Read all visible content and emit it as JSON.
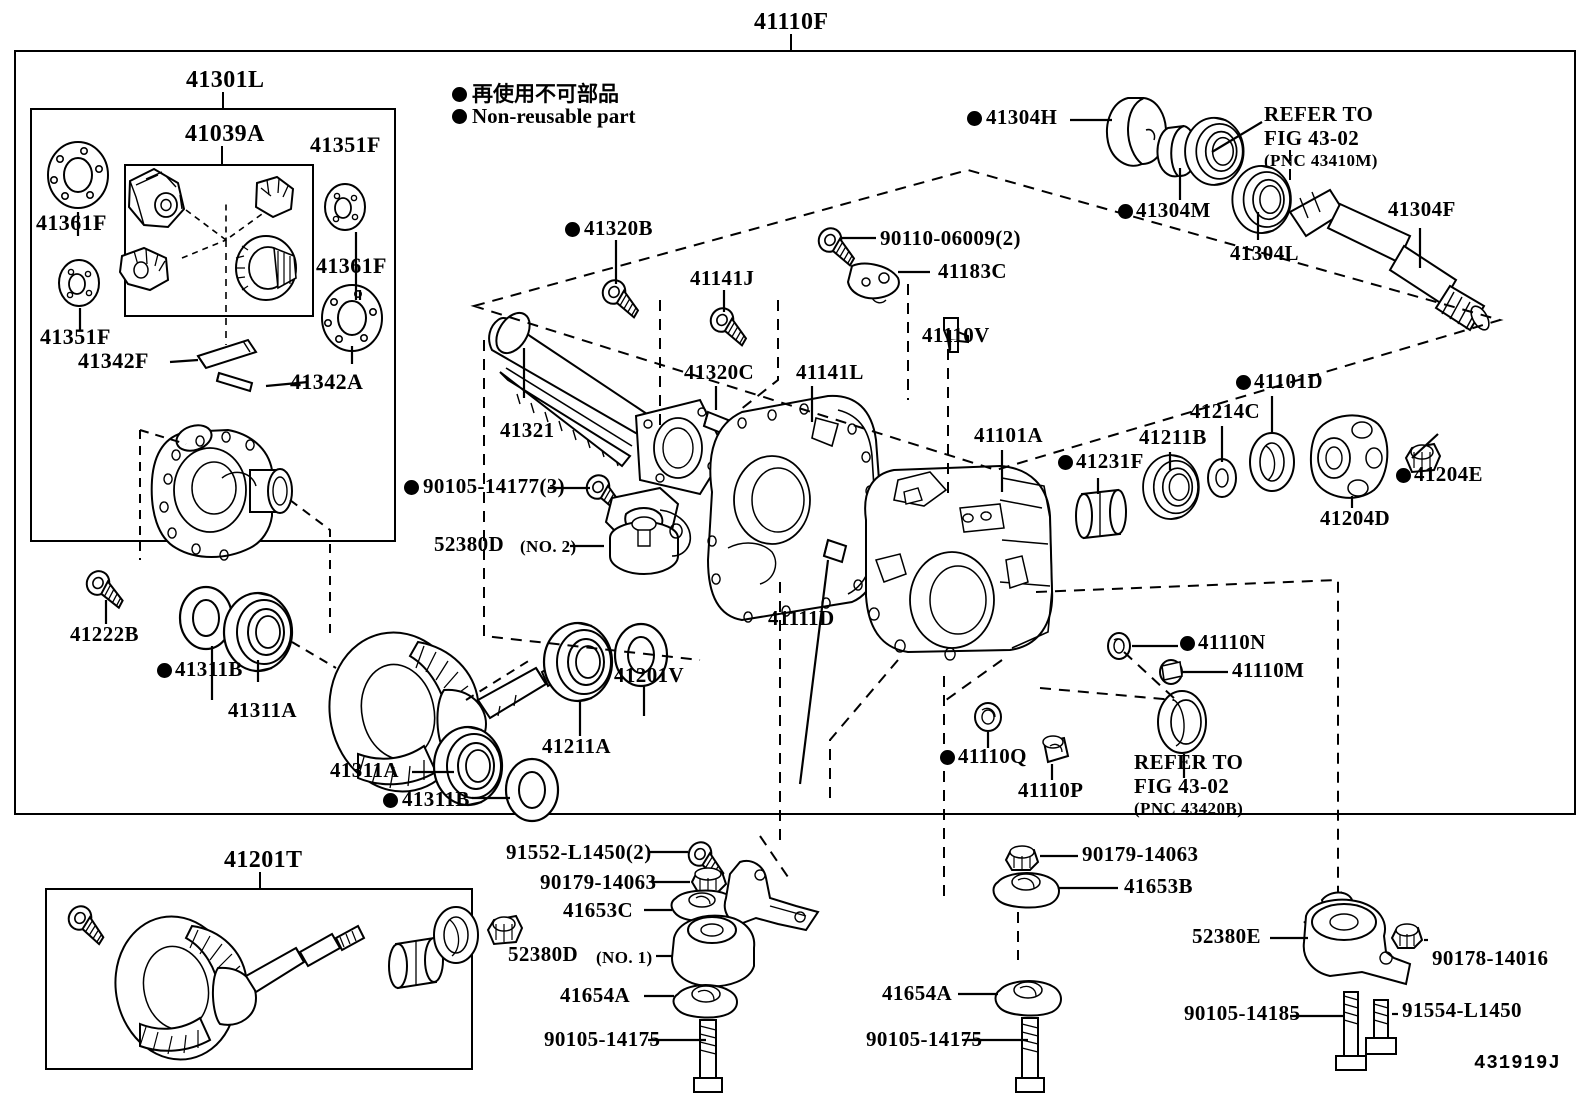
{
  "diagram": {
    "title": "41110F",
    "figure_code": "431919J",
    "legend": {
      "japanese": "再使用不可部品",
      "english": "Non-reusable part",
      "marker": "filled-circle"
    },
    "insets": [
      {
        "id": "inset-41301L",
        "title": "41301L"
      },
      {
        "id": "inset-41039A",
        "title": "41039A"
      },
      {
        "id": "inset-41201T",
        "title": "41201T"
      }
    ],
    "refer_notes": [
      {
        "id": "refer-43410M",
        "line1": "REFER TO",
        "line2": "FIG 43-02",
        "line3": "(PNC 43410M)"
      },
      {
        "id": "refer-43420B",
        "line1": "REFER TO",
        "line2": "FIG 43-02",
        "line3": "(PNC 43420B)"
      }
    ],
    "labels": [
      {
        "id": "l-41361F-a",
        "text": "41361F",
        "nonreusable": false
      },
      {
        "id": "l-41351F-a",
        "text": "41351F",
        "nonreusable": false
      },
      {
        "id": "l-41351F-b",
        "text": "41351F",
        "nonreusable": false
      },
      {
        "id": "l-41361F-b",
        "text": "41361F",
        "nonreusable": false
      },
      {
        "id": "l-41342F",
        "text": "41342F",
        "nonreusable": false
      },
      {
        "id": "l-41342A",
        "text": "41342A",
        "nonreusable": false
      },
      {
        "id": "l-41222B",
        "text": "41222B",
        "nonreusable": false
      },
      {
        "id": "l-41311B-a",
        "text": "41311B",
        "nonreusable": true
      },
      {
        "id": "l-41311A-a",
        "text": "41311A",
        "nonreusable": false
      },
      {
        "id": "l-41311A-b",
        "text": "41311A",
        "nonreusable": false
      },
      {
        "id": "l-41311B-b",
        "text": "41311B",
        "nonreusable": true
      },
      {
        "id": "l-41211A",
        "text": "41211A",
        "nonreusable": false
      },
      {
        "id": "l-41201V",
        "text": "41201V",
        "nonreusable": false
      },
      {
        "id": "l-41320B",
        "text": "41320B",
        "nonreusable": true
      },
      {
        "id": "l-41141J",
        "text": "41141J",
        "nonreusable": false
      },
      {
        "id": "l-41320C",
        "text": "41320C",
        "nonreusable": false
      },
      {
        "id": "l-41141L",
        "text": "41141L",
        "nonreusable": false
      },
      {
        "id": "l-41321",
        "text": "41321",
        "nonreusable": false
      },
      {
        "id": "l-90105-14177",
        "text": "90105-14177(3)",
        "nonreusable": true
      },
      {
        "id": "l-52380D-2",
        "text": "52380D",
        "suffix": "(NO. 2)",
        "nonreusable": false
      },
      {
        "id": "l-41111D",
        "text": "41111D",
        "nonreusable": false
      },
      {
        "id": "l-90110-06009",
        "text": "90110-06009(2)",
        "nonreusable": false
      },
      {
        "id": "l-41183C",
        "text": "41183C",
        "nonreusable": false
      },
      {
        "id": "l-41110V",
        "text": "41110V",
        "nonreusable": false
      },
      {
        "id": "l-41101A",
        "text": "41101A",
        "nonreusable": false
      },
      {
        "id": "l-41231F",
        "text": "41231F",
        "nonreusable": true
      },
      {
        "id": "l-41211B",
        "text": "41211B",
        "nonreusable": false
      },
      {
        "id": "l-41214C",
        "text": "41214C",
        "nonreusable": false
      },
      {
        "id": "l-41101D",
        "text": "41101D",
        "nonreusable": true
      },
      {
        "id": "l-41204D",
        "text": "41204D",
        "nonreusable": false
      },
      {
        "id": "l-41204E",
        "text": "41204E",
        "nonreusable": true
      },
      {
        "id": "l-41304H",
        "text": "41304H",
        "nonreusable": true
      },
      {
        "id": "l-41304M",
        "text": "41304M",
        "nonreusable": true
      },
      {
        "id": "l-41304L",
        "text": "41304L",
        "nonreusable": false
      },
      {
        "id": "l-41304F",
        "text": "41304F",
        "nonreusable": false
      },
      {
        "id": "l-41110N",
        "text": "41110N",
        "nonreusable": true
      },
      {
        "id": "l-41110M",
        "text": "41110M",
        "nonreusable": false
      },
      {
        "id": "l-41110Q",
        "text": "41110Q",
        "nonreusable": true
      },
      {
        "id": "l-41110P",
        "text": "41110P",
        "nonreusable": false
      },
      {
        "id": "l-91552-L1450",
        "text": "91552-L1450(2)",
        "nonreusable": false
      },
      {
        "id": "l-90179-14063-a",
        "text": "90179-14063",
        "nonreusable": false
      },
      {
        "id": "l-41653C",
        "text": "41653C",
        "nonreusable": false
      },
      {
        "id": "l-52380D-1",
        "text": "52380D",
        "suffix": "(NO. 1)",
        "nonreusable": false
      },
      {
        "id": "l-41654A-a",
        "text": "41654A",
        "nonreusable": false
      },
      {
        "id": "l-90105-14175-a",
        "text": "90105-14175",
        "nonreusable": false
      },
      {
        "id": "l-90179-14063-b",
        "text": "90179-14063",
        "nonreusable": false
      },
      {
        "id": "l-41653B",
        "text": "41653B",
        "nonreusable": false
      },
      {
        "id": "l-41654A-b",
        "text": "41654A",
        "nonreusable": false
      },
      {
        "id": "l-90105-14175-b",
        "text": "90105-14175",
        "nonreusable": false
      },
      {
        "id": "l-52380E",
        "text": "52380E",
        "nonreusable": false
      },
      {
        "id": "l-90178-14016",
        "text": "90178-14016",
        "nonreusable": false
      },
      {
        "id": "l-90105-14185",
        "text": "90105-14185",
        "nonreusable": false
      },
      {
        "id": "l-91554-L1450",
        "text": "91554-L1450",
        "nonreusable": false
      }
    ]
  }
}
